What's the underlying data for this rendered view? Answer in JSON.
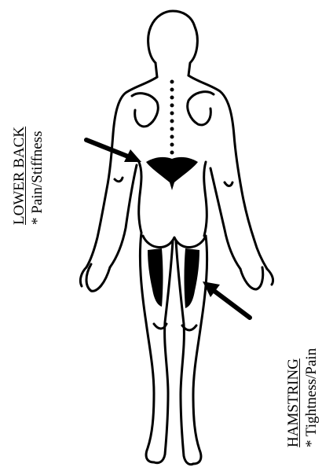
{
  "regions": [
    {
      "id": "lower-back",
      "title": "LOWER BACK",
      "bullet": "*",
      "symptom": "Pain/Stiffness"
    },
    {
      "id": "hamstring",
      "title": "HAMSTRING",
      "bullet": "*",
      "symptom": "Tightness/Pain"
    }
  ],
  "colors": {
    "ink": "#000000",
    "paper": "#ffffff"
  },
  "view": "posterior"
}
